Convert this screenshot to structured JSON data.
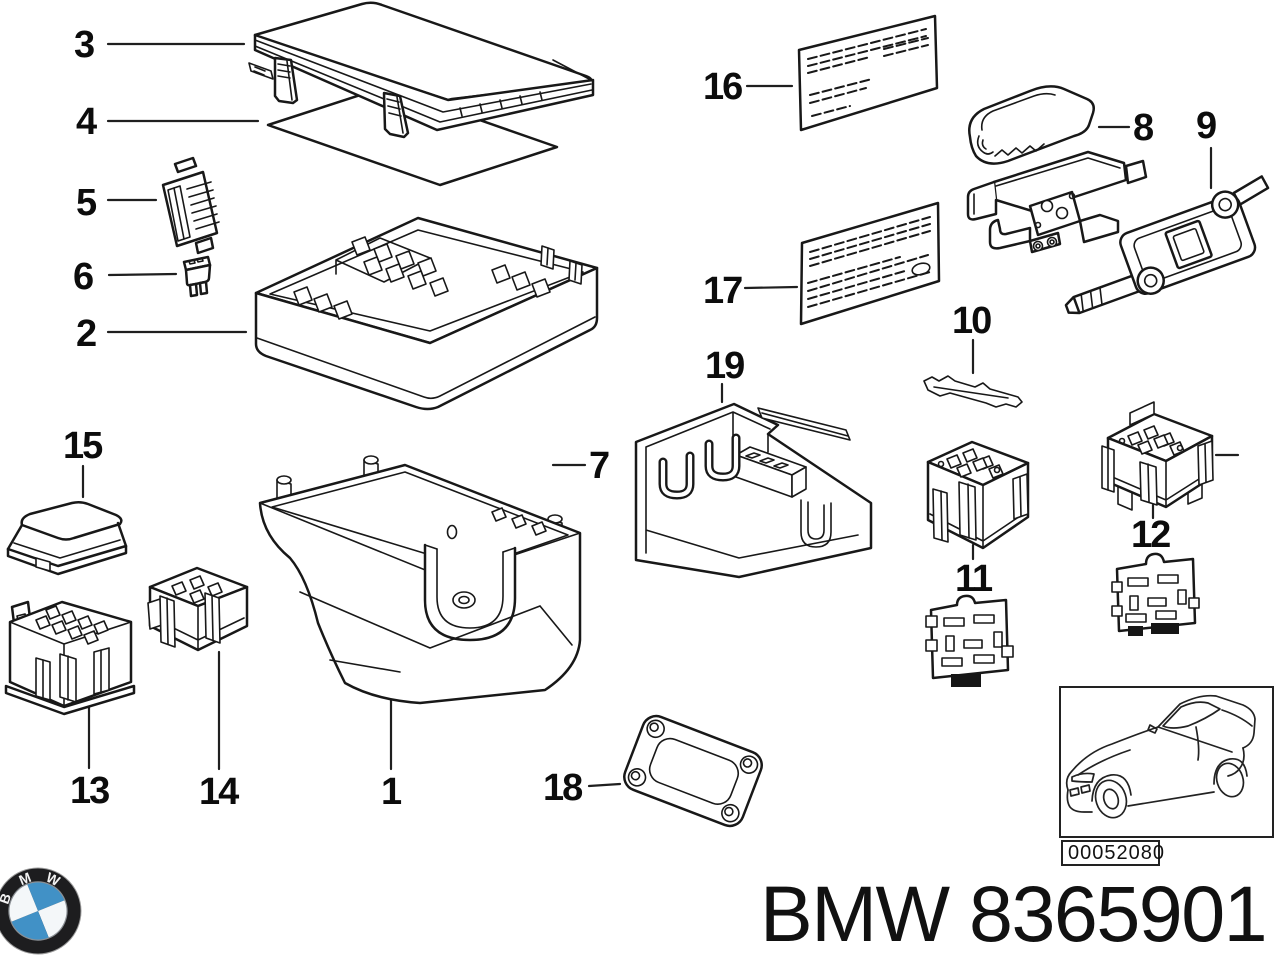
{
  "diagram": {
    "callouts": {
      "c1": "1",
      "c2": "2",
      "c3": "3",
      "c4": "4",
      "c5": "5",
      "c6": "6",
      "c7": "7",
      "c8": "8",
      "c9": "9",
      "c10": "10",
      "c11": "11",
      "c12": "12",
      "c13": "13",
      "c14": "14",
      "c15": "15",
      "c16": "16",
      "c17": "17",
      "c18": "18",
      "c19": "19"
    },
    "reference": {
      "code": "00052080"
    }
  },
  "branding": {
    "logo_text": "BMW",
    "footer_text": "BMW 8365901",
    "colors": {
      "logo_ring": "#1d1d1f",
      "logo_blue": "#4191c6",
      "logo_white": "#f4f7f9"
    }
  }
}
